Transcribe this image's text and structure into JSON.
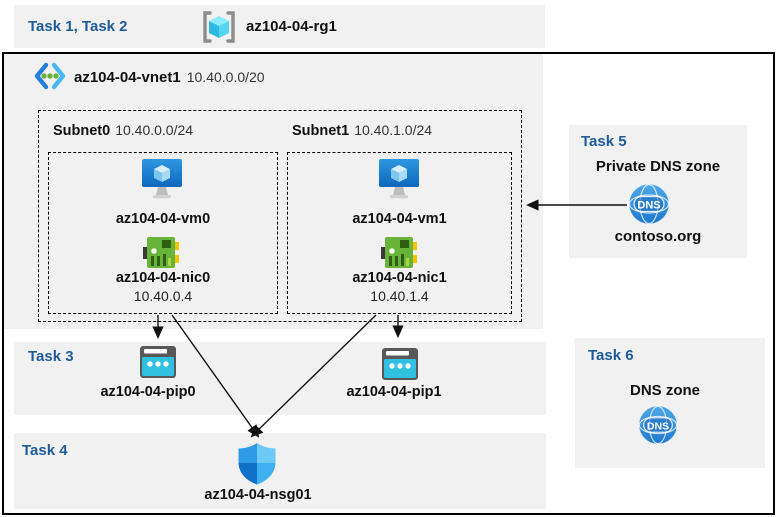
{
  "colors": {
    "task_blue": "#1F5B99",
    "band_gray": "#F1F1F2",
    "pip_cyan": "#31C0E0",
    "nic_green": "#68B43B",
    "dns_blue": "#2F8FDE"
  },
  "top_band": {
    "task_label": "Task 1, Task 2",
    "rg_name": "az104-04-rg1"
  },
  "vnet": {
    "name": "az104-04-vnet1",
    "cidr": "10.40.0.0/20"
  },
  "subnets": [
    {
      "name": "Subnet0",
      "cidr": "10.40.0.0/24",
      "vm": "az104-04-vm0",
      "nic": "az104-04-nic0",
      "ip": "10.40.0.4"
    },
    {
      "name": "Subnet1",
      "cidr": "10.40.1.0/24",
      "vm": "az104-04-vm1",
      "nic": "az104-04-nic1",
      "ip": "10.40.1.4"
    }
  ],
  "task3": {
    "label": "Task 3",
    "pips": [
      "az104-04-pip0",
      "az104-04-pip1"
    ]
  },
  "task4": {
    "label": "Task 4",
    "nsg": "az104-04-nsg01"
  },
  "task5": {
    "label": "Task 5",
    "title": "Private DNS zone",
    "zone": "contoso.org"
  },
  "task6": {
    "label": "Task 6",
    "title": "DNS zone"
  },
  "icons": {
    "dns_text": "DNS"
  }
}
